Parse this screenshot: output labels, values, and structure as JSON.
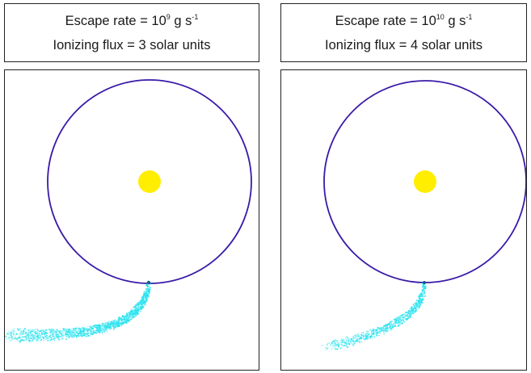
{
  "panels": [
    {
      "escape_prefix": "Escape rate = 10",
      "escape_exponent": "9",
      "escape_unit_prefix": " g s",
      "escape_unit_exponent": "-1",
      "flux_text": "Ionizing flux = 3 solar units"
    },
    {
      "escape_prefix": "Escape rate = 10",
      "escape_exponent": "10",
      "escape_unit_prefix": " g s",
      "escape_unit_exponent": "-1",
      "flux_text": "Ionizing flux = 4 solar units"
    }
  ],
  "colors": {
    "orbit": "#3a1aa8",
    "star": "#ffee00",
    "tail": "#2fe3ef",
    "planet": "#0b5f8a"
  },
  "icons": [
    "star-icon",
    "planet-icon"
  ]
}
